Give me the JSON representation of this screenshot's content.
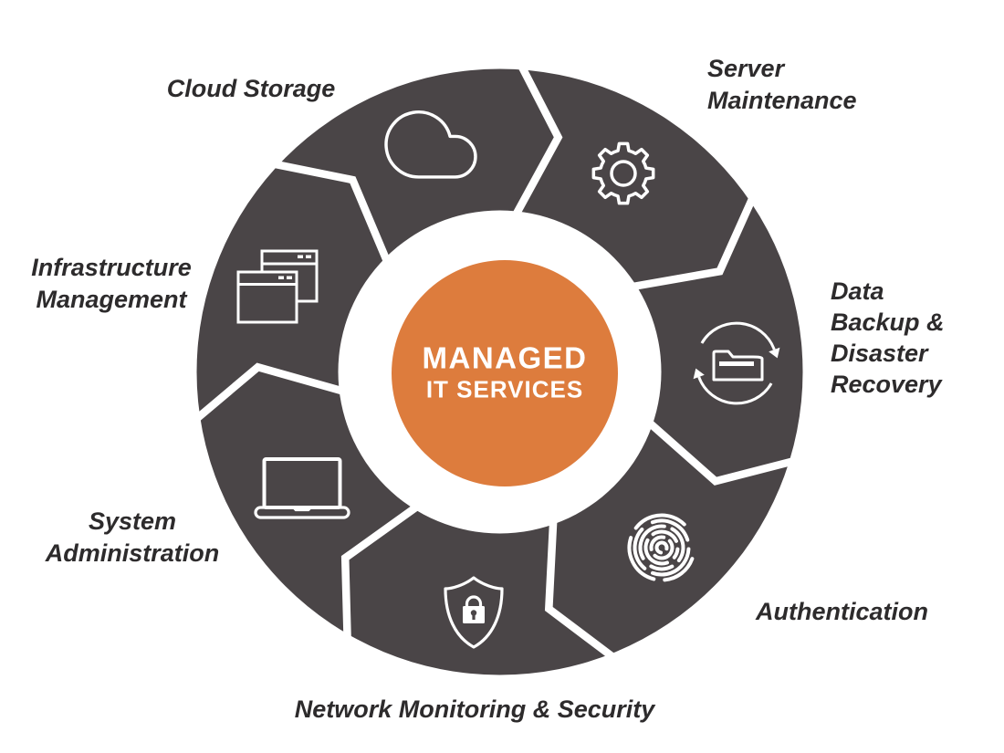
{
  "diagram_title": "Managed IT Services wheel",
  "center": {
    "line1": "MANAGED",
    "line2": "IT SERVICES"
  },
  "colors": {
    "wheel": "#4a4547",
    "center_circle": "#dd7c3d",
    "inner_ring": "#ffffff",
    "icon_stroke": "#ffffff",
    "label_text": "#2d2b2c"
  },
  "services": [
    {
      "label": "Cloud Storage",
      "icon": "cloud-icon"
    },
    {
      "label": "Server Maintenance",
      "icon": "gear-icon"
    },
    {
      "label": "Data Backup & Disaster Recovery",
      "icon": "backup-sync-folder-icon"
    },
    {
      "label": "Authentication",
      "icon": "fingerprint-icon"
    },
    {
      "label": "Network Monitoring & Security",
      "icon": "shield-lock-icon"
    },
    {
      "label": "System Administration",
      "icon": "laptop-icon"
    },
    {
      "label": "Infrastructure Management",
      "icon": "browser-windows-icon"
    }
  ]
}
